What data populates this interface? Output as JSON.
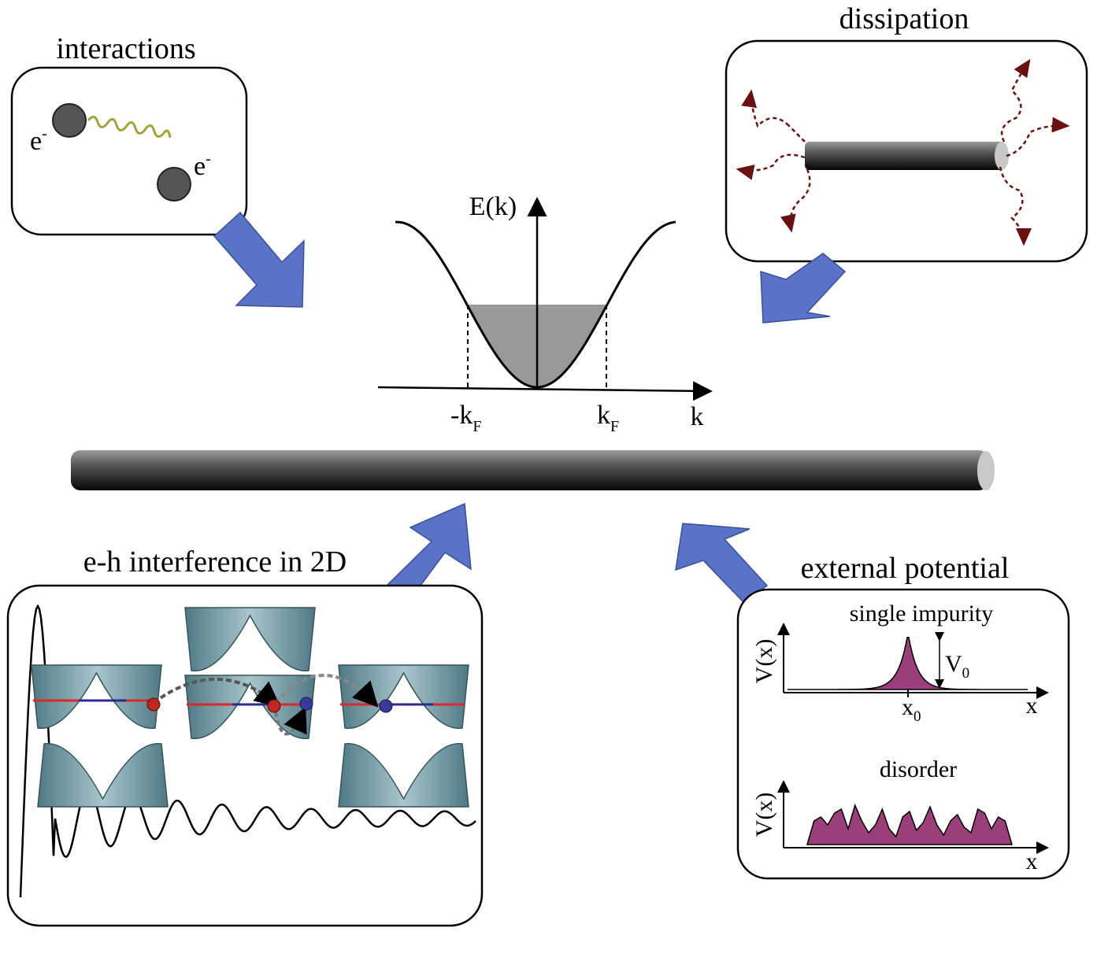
{
  "panels": {
    "interactions": {
      "title": "interactions",
      "electron_label": "e",
      "electron_charge": "-"
    },
    "dissipation": {
      "title": "dissipation"
    },
    "eh_interference": {
      "title": "e-h interference in 2D"
    },
    "external_potential": {
      "title": "external potential",
      "single_impurity": {
        "title": "single impurity",
        "ylabel": "V(x)",
        "xlabel": "x",
        "x0_label": "x",
        "x0_sub": "0",
        "v0_label": "V",
        "v0_sub": "0"
      },
      "disorder": {
        "title": "disorder",
        "ylabel": "V(x)",
        "xlabel": "x"
      }
    }
  },
  "dispersion": {
    "ylabel": "E(k)",
    "xlabel": "k",
    "kf_left": "-k",
    "kf_right": "k",
    "kf_sub": "F"
  },
  "colors": {
    "arrow_blue": "#5b73c6",
    "wire_dark": "#2a2a2a",
    "wave_yellow": "#a6a235",
    "dissipation_red": "#6b1010",
    "fermi_fill": "#999999",
    "potential_fill": "#9b3f7a",
    "cone_teal": "#5f8b96",
    "band_red": "#e0262b",
    "band_blue": "#2b2b8f"
  }
}
